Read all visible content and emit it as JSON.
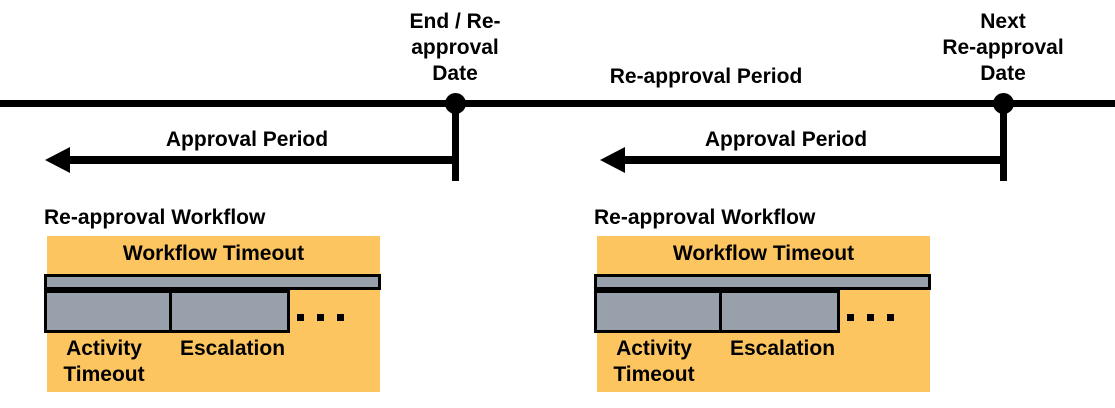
{
  "colors": {
    "workflow_box_fill": "#FDC55F",
    "timeout_bar_fill": "#98A0AB",
    "line_and_text": "#000000",
    "background": "#FFFFFF"
  },
  "timeline": {
    "end_date_label": "End / Re-\napproval\nDate",
    "next_date_label": "Next\nRe-approval\nDate",
    "reapproval_period_label": "Re-approval Period",
    "approval_period_left_label": "Approval Period",
    "approval_period_right_label": "Approval Period"
  },
  "workflows": [
    {
      "title": "Re-approval Workflow",
      "workflow_timeout_label": "Workflow Timeout",
      "activity_timeout_label": "Activity\nTimeout",
      "escalation_label": "Escalation",
      "continuation_icon": "ellipsis-dots"
    },
    {
      "title": "Re-approval Workflow",
      "workflow_timeout_label": "Workflow Timeout",
      "activity_timeout_label": "Activity\nTimeout",
      "escalation_label": "Escalation",
      "continuation_icon": "ellipsis-dots"
    }
  ]
}
